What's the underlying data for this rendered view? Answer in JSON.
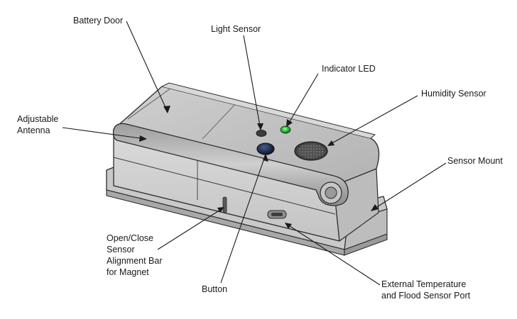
{
  "callouts": {
    "battery_door": "Battery Door",
    "light_sensor": "Light Sensor",
    "indicator_led": "Indicator LED",
    "humidity_sensor": "Humidity Sensor",
    "adjustable_antenna": [
      "Adjustable",
      "Antenna"
    ],
    "sensor_mount": "Sensor Mount",
    "alignment_bar": [
      "Open/Close",
      "Sensor",
      "Alignment Bar",
      "for Magnet"
    ],
    "button": "Button",
    "external_port": [
      "External Temperature",
      "and Flood Sensor Port"
    ]
  },
  "colors": {
    "body_top": "#bdbdbd",
    "body_front": "#d0d0d0",
    "outline": "#2b2b2b",
    "led_green": "#2ecc40",
    "button_dark": "#1b2340",
    "label_text": "#1a1a1a"
  }
}
